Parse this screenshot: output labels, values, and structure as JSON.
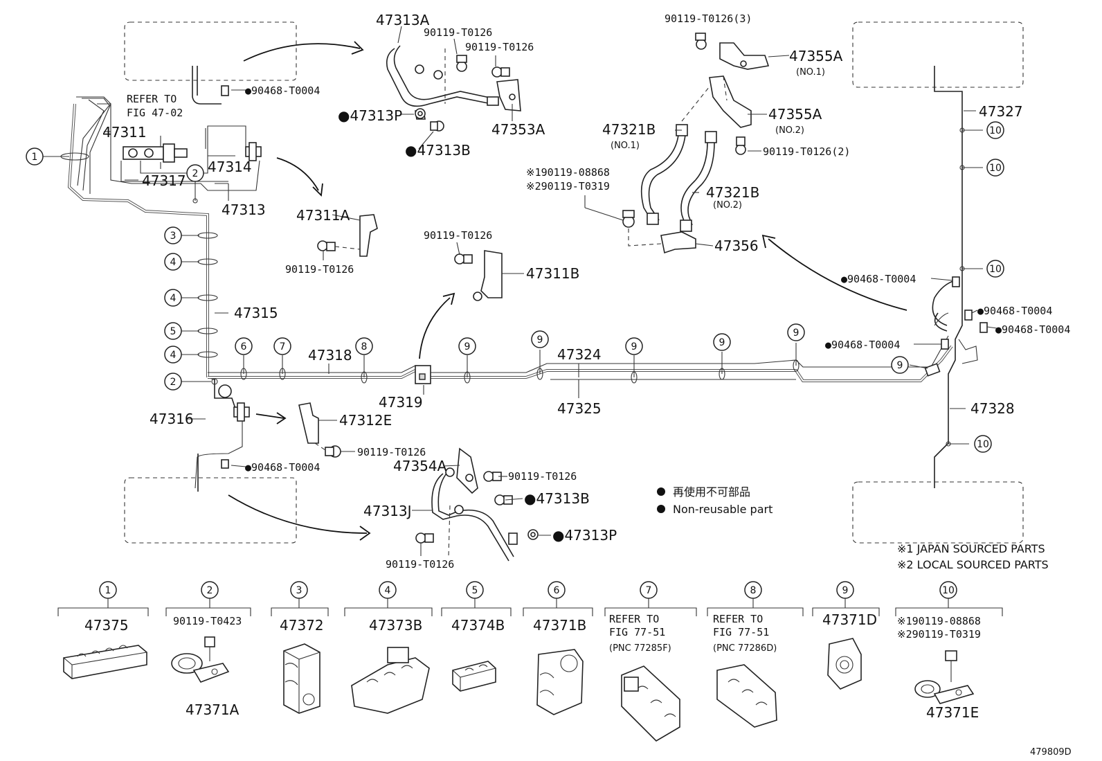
{
  "figure_id": "479809D",
  "refer": {
    "line1": "REFER TO",
    "line2": "FIG 47-02"
  },
  "labels": {
    "p47311": "47311",
    "p47317": "47317",
    "p47313": "47313",
    "p47314": "47314",
    "p47315": "47315",
    "p47316": "47316",
    "p47318": "47318",
    "p47319": "47319",
    "p47324": "47324",
    "p47325": "47325",
    "p47327": "47327",
    "p47328": "47328",
    "p47311A": "47311A",
    "p47311B": "47311B",
    "p47312E": "47312E",
    "p47313A": "47313A",
    "p47313P_top": "●47313P",
    "p47313B_top": "●47313B",
    "p47353A": "47353A",
    "p47354A": "47354A",
    "p47313J": "47313J",
    "p47313B_bot": "●47313B",
    "p47313P_bot": "●47313P",
    "p47355A": "47355A",
    "p47355A_no": "(NO.1)",
    "p47355A2": "47355A",
    "p47355A2_no": "(NO.2)",
    "p47321B_1": "47321B",
    "p47321B_1_no": "(NO.1)",
    "p47321B_2": "47321B",
    "p47321B_2_no": "(NO.2)",
    "p47356": "47356",
    "b_top1": "90119-T0126",
    "b_top2": "90119-T0126",
    "b_311A": "90119-T0126",
    "b_311B": "90119-T0126",
    "b_312E": "90119-T0126",
    "b_354A": "90119-T0126",
    "b_313J": "90119-T0126",
    "b_355A": "90119-T0126(3)",
    "b_355A2": "90119-T0126(2)",
    "b_356_1": "※190119-08868",
    "b_356_2": "※290119-T0319",
    "c_top": "●90468-T0004",
    "c_bot": "●90468-T0004",
    "c_r1": "●90468-T0004",
    "c_r2": "●90468-T0004",
    "c_r3": "●90468-T0004",
    "c_r4": "●90468-T0004"
  },
  "callout_numbers": [
    "1",
    "2",
    "3",
    "4",
    "4",
    "5",
    "4",
    "2",
    "6",
    "7",
    "8",
    "9",
    "9",
    "9",
    "9",
    "9",
    "9",
    "10",
    "10",
    "10",
    "10"
  ],
  "legend": {
    "jp": "再使用不可部品",
    "en": "Non-reusable part",
    "src1": "※1 JAPAN SOURCED PARTS",
    "src2": "※2 LOCAL SOURCED PARTS"
  },
  "bottom_parts": [
    {
      "num": "1",
      "part": "47375"
    },
    {
      "num": "2",
      "part": "47371A",
      "bolt": "90119-T0423"
    },
    {
      "num": "3",
      "part": "47372"
    },
    {
      "num": "4",
      "part": "47373B"
    },
    {
      "num": "5",
      "part": "47374B"
    },
    {
      "num": "6",
      "part": "47371B"
    },
    {
      "num": "7",
      "ref1": "REFER TO",
      "ref2": "FIG 77-51",
      "ref3": "(PNC 77285F)"
    },
    {
      "num": "8",
      "ref1": "REFER TO",
      "ref2": "FIG 77-51",
      "ref3": "(PNC 77286D)"
    },
    {
      "num": "9",
      "part": "47371D"
    },
    {
      "num": "10",
      "part": "47371E",
      "bolt1": "※190119-08868",
      "bolt2": "※290119-T0319"
    }
  ],
  "colors": {
    "line": "#222222",
    "background": "#ffffff",
    "pipe": "#555555"
  }
}
